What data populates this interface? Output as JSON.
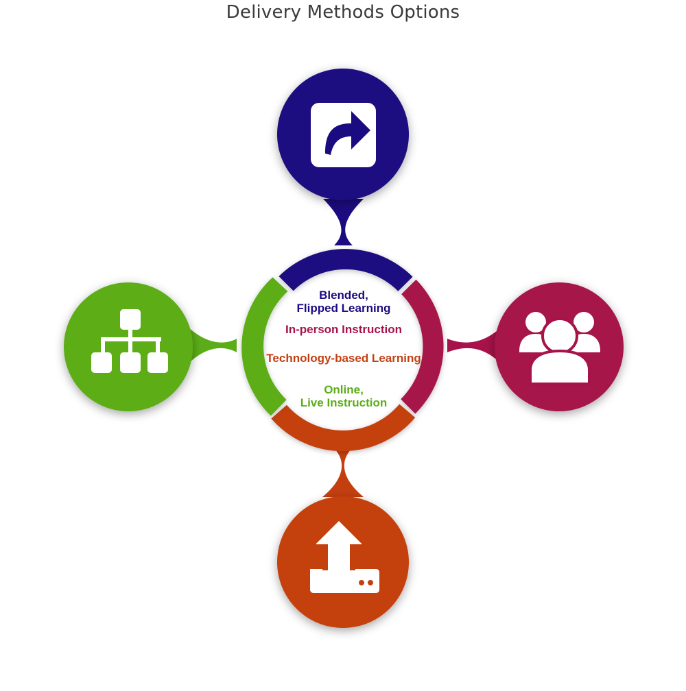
{
  "title": "Delivery Methods Options",
  "colors": {
    "navy": "#1b0b80",
    "magenta": "#a61249",
    "orange": "#c43f10",
    "green": "#5bad18"
  },
  "items": [
    {
      "id": "blended",
      "lines": [
        "Blended,",
        "Flipped Learning"
      ],
      "color": "#1b0b80",
      "icon": "share-arrow-icon"
    },
    {
      "id": "inperson",
      "lines": [
        "In-person Instruction"
      ],
      "color": "#a61249",
      "icon": "group-users-icon"
    },
    {
      "id": "technology",
      "lines": [
        "Technology-based Learning"
      ],
      "color": "#c43f10",
      "icon": "upload-tray-icon"
    },
    {
      "id": "online",
      "lines": [
        "Online,",
        "Live Instruction"
      ],
      "color": "#5bad18",
      "icon": "org-chart-icon"
    }
  ]
}
